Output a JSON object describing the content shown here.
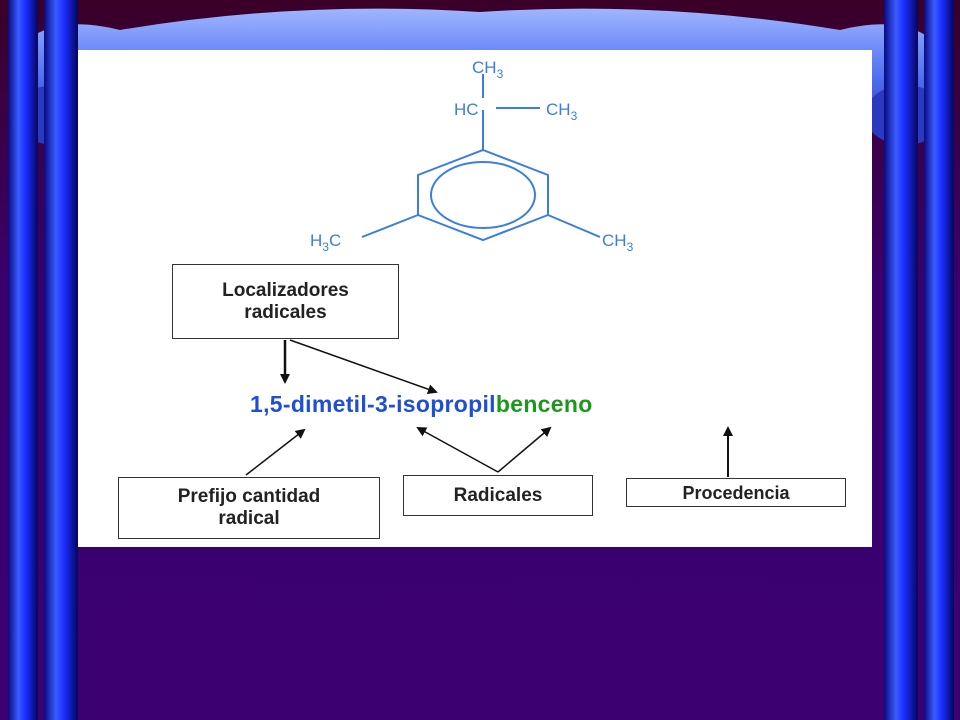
{
  "structure_labels": {
    "ch3_top": "CH",
    "ch3_top_sub": "3",
    "hc": "HC",
    "ch3_right": "CH",
    "ch3_right_sub": "3",
    "h3c_left_h": "H",
    "h3c_left_sub": "3",
    "h3c_left_c": "C",
    "ch3_bottom_right": "CH",
    "ch3_bottom_right_sub": "3"
  },
  "boxes": {
    "localizadores_line1": "Localizadores",
    "localizadores_line2": "radicales",
    "prefijo_line1": "Prefijo cantidad",
    "prefijo_line2": "radical",
    "radicales": "Radicales",
    "procedencia": "Procedencia"
  },
  "compound_name": {
    "substituents": "1,5-dimetil-3-isopropil",
    "parent": "benceno"
  },
  "colors": {
    "structure": "#3b7de0",
    "name_blue": "#1e4fd6",
    "name_green": "#1a9a1a",
    "curtain_blue": "#1a2cff",
    "background": "#3a006e"
  }
}
